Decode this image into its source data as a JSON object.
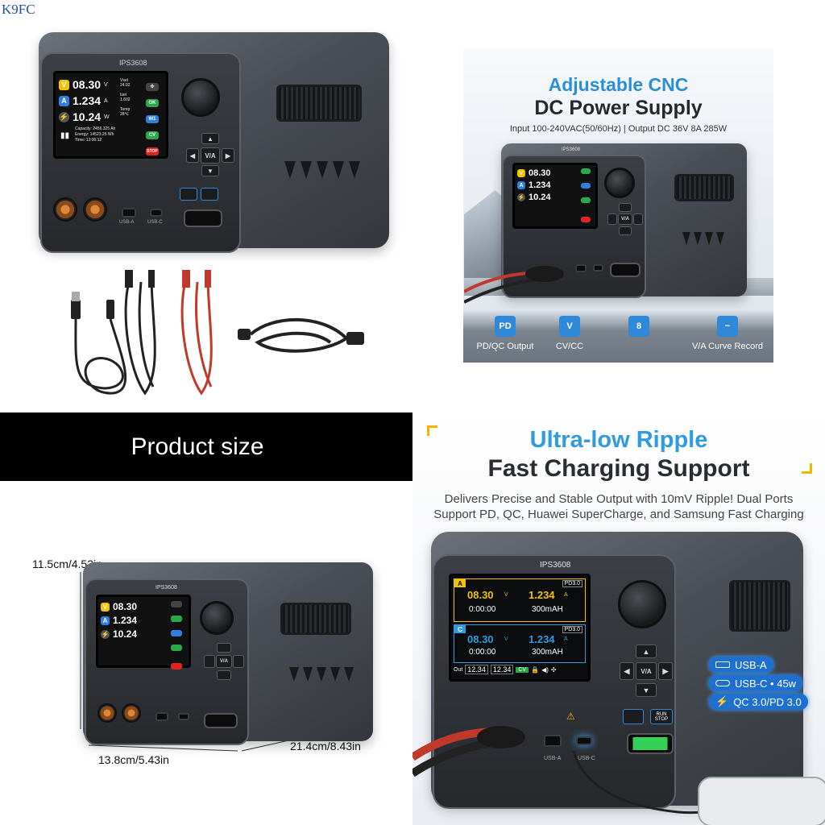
{
  "brand": "K9FC",
  "device_model": "IPS3608",
  "panel1": {
    "voltage": "08.30",
    "voltage_unit": "V",
    "current": "1.234",
    "current_unit": "A",
    "power": "10.24",
    "power_unit": "W",
    "vset_label": "Vset",
    "vset": "24.02",
    "iset_label": "Iset",
    "iset": "1.602",
    "temp_label": "Temp",
    "temp": "28℃",
    "capacity": "Capacity: 2456.325 Ah",
    "energy": "Energy: 14523.25 Wh",
    "time": "Time: 13:06:12",
    "btn_ok": "OK",
    "btn_w1": "W1",
    "btn_cv": "CV",
    "btn_stop": "STOP",
    "nav_center": "V/A",
    "port_a": "USB-A",
    "port_c": "USB-C"
  },
  "quadrant2": {
    "title_line1": "Adjustable CNC",
    "title_line2": "DC Power Supply",
    "subtitle": "Input 100-240VAC(50/60Hz) | Output DC 36V 8A 285W",
    "features": [
      {
        "icon": "PD",
        "label": "PD/QC Output"
      },
      {
        "icon": "V",
        "label": "CV/CC"
      },
      {
        "icon": "8",
        "label": ""
      },
      {
        "icon": "~",
        "label": "V/A Curve Record"
      }
    ]
  },
  "quadrant3": {
    "banner": "Product size",
    "height": "11.5cm/4.53in",
    "width": "13.8cm/5.43in",
    "depth": "21.4cm/8.43in"
  },
  "quadrant4": {
    "title_line1": "Ultra-low Ripple",
    "title_line2": "Fast Charging Support",
    "subtitle_line1": "Delivers Precise and Stable Output with 10mV Ripple! Dual Ports",
    "subtitle_line2": "Support PD, QC, Huawei SuperCharge, and Samsung Fast Charging",
    "screen": {
      "ch_a": "A",
      "ch_c": "C",
      "proto_a": "PD3.0",
      "proto_c": "PD3.0",
      "a_voltage": "08.30",
      "a_current": "1.234",
      "a_time": "0:00:00",
      "a_cap": "300mAH",
      "c_voltage": "08.30",
      "c_current": "1.234",
      "c_time": "0:00:00",
      "c_cap": "300mAH",
      "out_label": "Out",
      "out_v": "12.34",
      "out_a": "12.34",
      "out_mode": "CV",
      "v": "V",
      "a": "A"
    },
    "run_stop": "RUN STOP",
    "tags": [
      "USB-A",
      "USB-C • 45w",
      "QC 3.0/PD 3.0"
    ],
    "port_a": "USB-A",
    "port_c": "USB-C"
  },
  "colors": {
    "accent_blue": "#2f9be0",
    "v_icon": "#f2c300",
    "a_icon": "#2f7fe0",
    "ok_green": "#2aa84a",
    "stop_red": "#e02424"
  }
}
